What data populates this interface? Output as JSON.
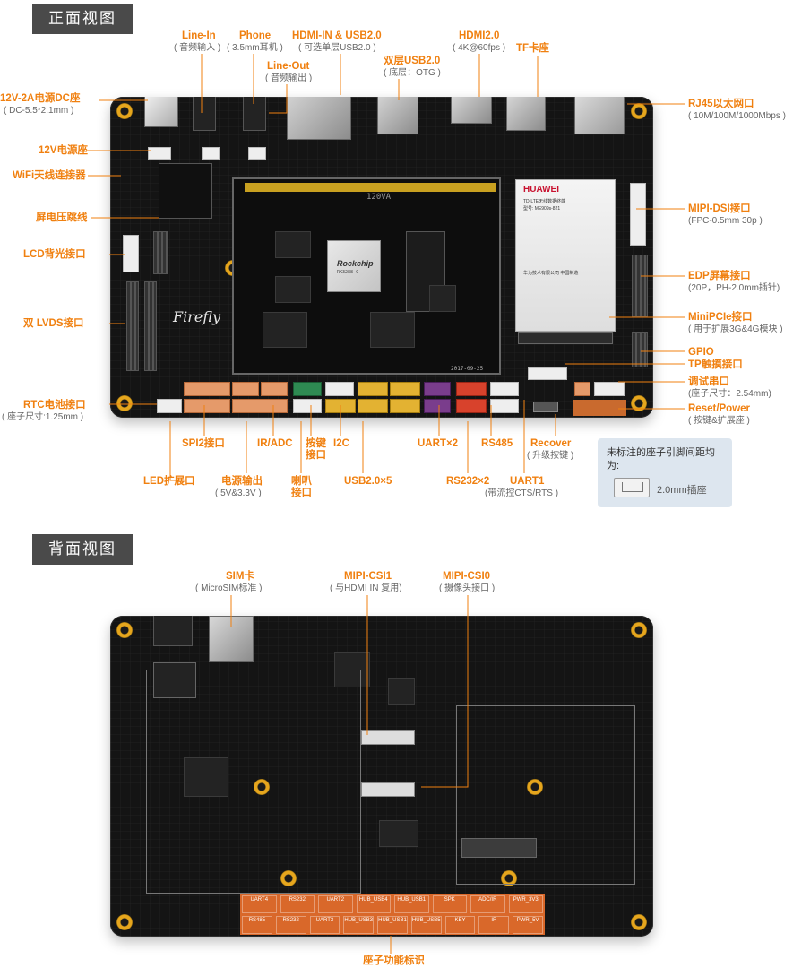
{
  "sections": {
    "front": "正面视图",
    "back": "背面视图"
  },
  "front_labels": {
    "line_in": {
      "title": "Line-In",
      "sub": "( 音频输入 )"
    },
    "phone": {
      "title": "Phone",
      "sub": "( 3.5mm耳机 )"
    },
    "line_out": {
      "title": "Line-Out",
      "sub": "( 音频输出 )"
    },
    "hdmi_in_usb": {
      "title": "HDMI-IN & USB2.0",
      "sub": "( 可选单层USB2.0 )"
    },
    "dual_usb": {
      "title": "双层USB2.0",
      "sub": "( 底层：OTG )"
    },
    "hdmi20": {
      "title": "HDMI2.0",
      "sub": "( 4K@60fps )"
    },
    "tf": {
      "title": "TF卡座"
    },
    "rj45": {
      "title": "RJ45以太网口",
      "sub": "( 10M/100M/1000Mbps )"
    },
    "dc_in": {
      "title": "12V-2A电源DC座",
      "sub": "( DC-5.5*2.1mm )"
    },
    "power12v": {
      "title": "12V电源座"
    },
    "wifi": {
      "title": "WiFi天线连接器"
    },
    "lcd_jumper": {
      "title": "屏电压跳线"
    },
    "lcd_backlight": {
      "title": "LCD背光接口"
    },
    "lvds": {
      "title": "双 LVDS接口"
    },
    "rtc": {
      "title": "RTC电池接口",
      "sub": "( 座子尺寸:1.25mm )"
    },
    "mipi_dsi": {
      "title": "MIPI-DSI接口",
      "sub": "(FPC-0.5mm 30p )"
    },
    "edp": {
      "title": "EDP屏幕接口",
      "sub": "(20P，PH-2.0mm插针)"
    },
    "minipcie": {
      "title": "MiniPCIe接口",
      "sub": "( 用于扩展3G&4G模块 )"
    },
    "gpio": {
      "title": "GPIO"
    },
    "tp": {
      "title": "TP触摸接口"
    },
    "debug": {
      "title": "调试串口",
      "sub": "(座子尺寸：2.54mm)"
    },
    "reset_power": {
      "title": "Reset/Power",
      "sub": "( 按键&扩展座 )"
    },
    "spi2": {
      "title": "SPI2接口"
    },
    "ir_adc": {
      "title": "IR/ADC"
    },
    "key": {
      "title": "按键\n接口"
    },
    "i2c": {
      "title": "I2C"
    },
    "uart2": {
      "title": "UART×2"
    },
    "rs485": {
      "title": "RS485"
    },
    "recover": {
      "title": "Recover",
      "sub": "( 升级按键 )"
    },
    "led_ext": {
      "title": "LED扩展口"
    },
    "power_out": {
      "title": "电源输出",
      "sub": "( 5V&3.3V )"
    },
    "speaker": {
      "title": "喇叭\n接口"
    },
    "usb5": {
      "title": "USB2.0×5"
    },
    "rs232": {
      "title": "RS232×2"
    },
    "uart1": {
      "title": "UART1",
      "sub": "(带流控CTS/RTS )"
    }
  },
  "legend": {
    "text": "未标注的座子引脚间距均为:",
    "value": "2.0mm插座"
  },
  "board_marks": {
    "firefly": "Firefly",
    "soc": "Rockchip",
    "soc_model": "RK3288-C",
    "module_brand": "HUAWEI",
    "module_line1": "TD-LTE无线数据终端",
    "module_line2": "型号: ME909s-821",
    "module_line3": "华为技术有限公司  中国制造",
    "socket_120va": "120VA",
    "date": "2017-09-25"
  },
  "back_labels": {
    "sim": {
      "title": "SIM卡",
      "sub": "( MicroSIM标准 )"
    },
    "mipi_csi1": {
      "title": "MIPI-CSI1",
      "sub": "( 与HDMI IN 复用)"
    },
    "mipi_csi0": {
      "title": "MIPI-CSI0",
      "sub": "( 摄像头接口 )"
    },
    "socket_id": {
      "title": "座子功能标识"
    }
  },
  "back_keys": [
    "UART4",
    "RS232",
    "UART2",
    "HUB_USB4",
    "HUB_USB1",
    "SPK",
    "ADC/IR",
    "PWR_3V3",
    "RS485",
    "RS232",
    "UART3",
    "HUB_USB3",
    "HUB_USB1",
    "HUB_USB5",
    "KEY",
    "IR",
    "PWR_5V"
  ]
}
